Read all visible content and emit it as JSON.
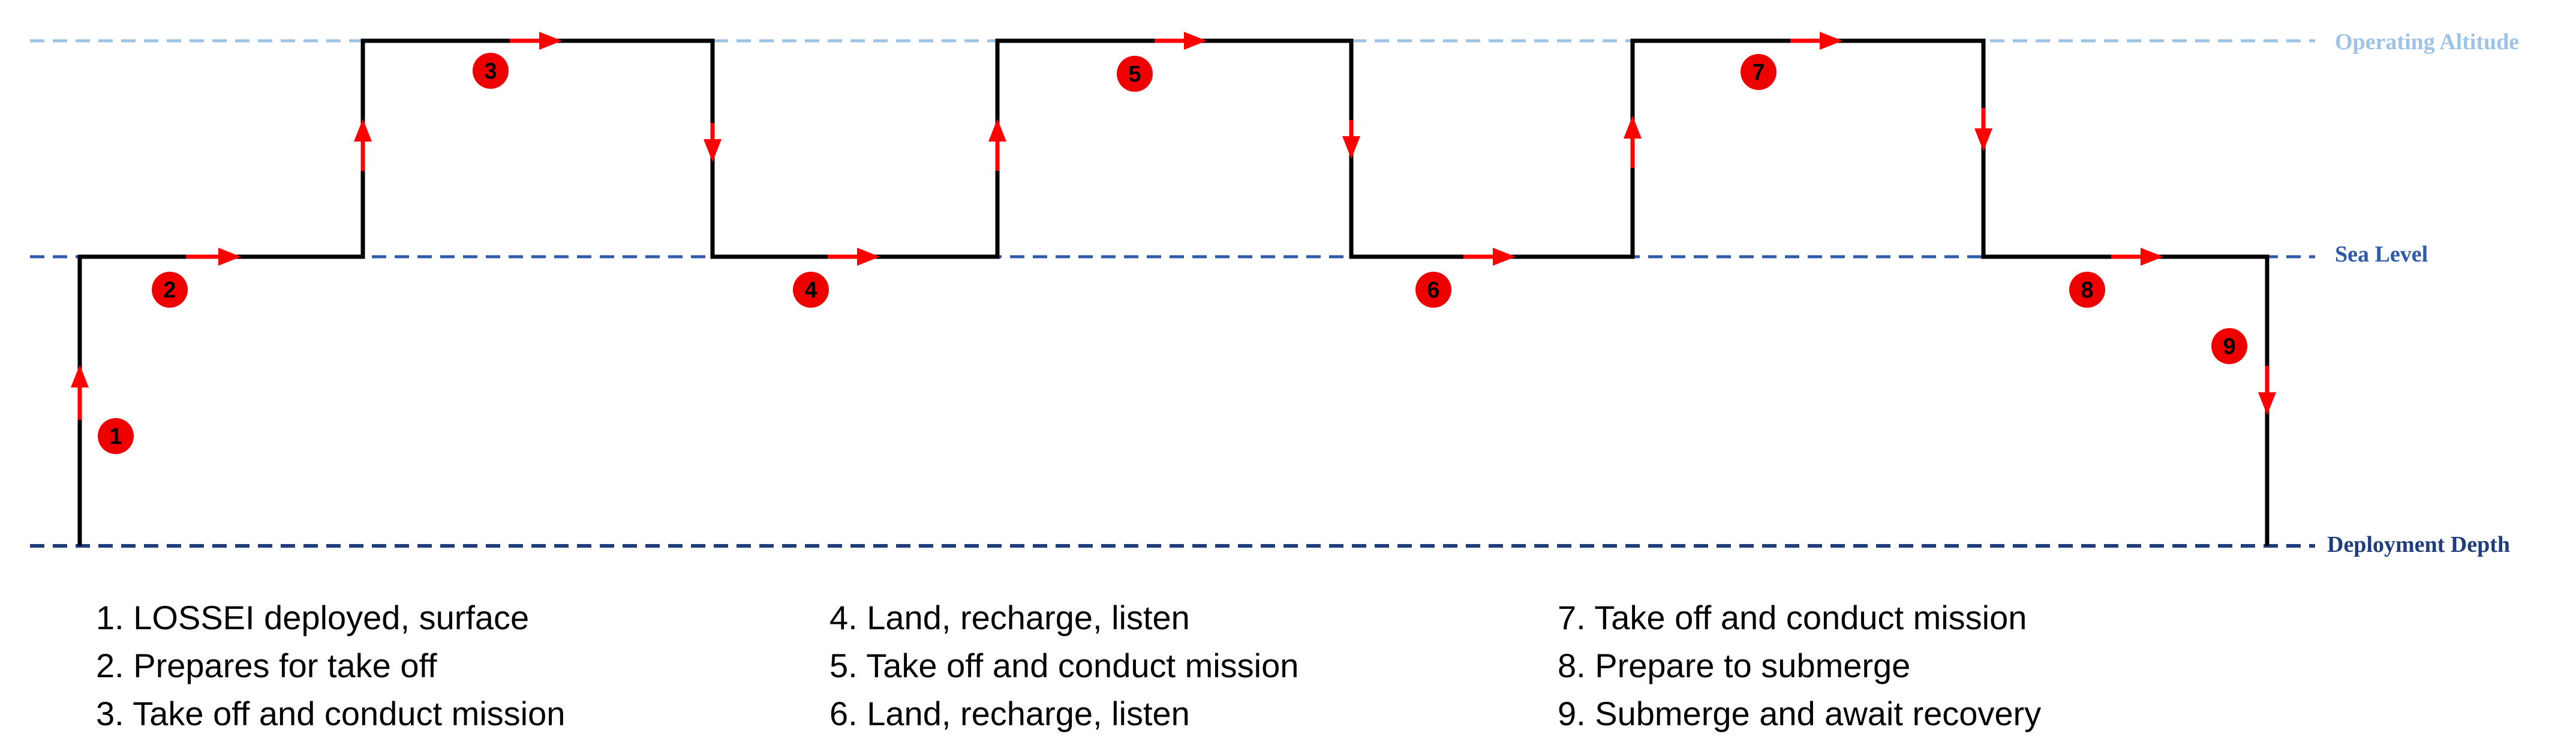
{
  "levels": {
    "operating_altitude": {
      "label": "Operating Altitude",
      "color": "#9dc3e6"
    },
    "sea_level": {
      "label": "Sea Level",
      "color": "#2e5aa8"
    },
    "deployment_depth": {
      "label": "Deployment Depth",
      "color": "#1f3d7a"
    }
  },
  "colors": {
    "path": "#000000",
    "arrow": "#ff0000",
    "marker_fill": "#ee0000"
  },
  "markers": [
    "1",
    "2",
    "3",
    "4",
    "5",
    "6",
    "7",
    "8",
    "9"
  ],
  "legend": [
    "1. LOSSEI deployed, surface",
    "2. Prepares for take off",
    "3. Take off and conduct mission",
    "4. Land, recharge, listen",
    "5. Take off and conduct mission",
    "6. Land, recharge, listen",
    "7. Take off and conduct mission",
    "8. Prepare to submerge",
    "9. Submerge and await recovery"
  ]
}
